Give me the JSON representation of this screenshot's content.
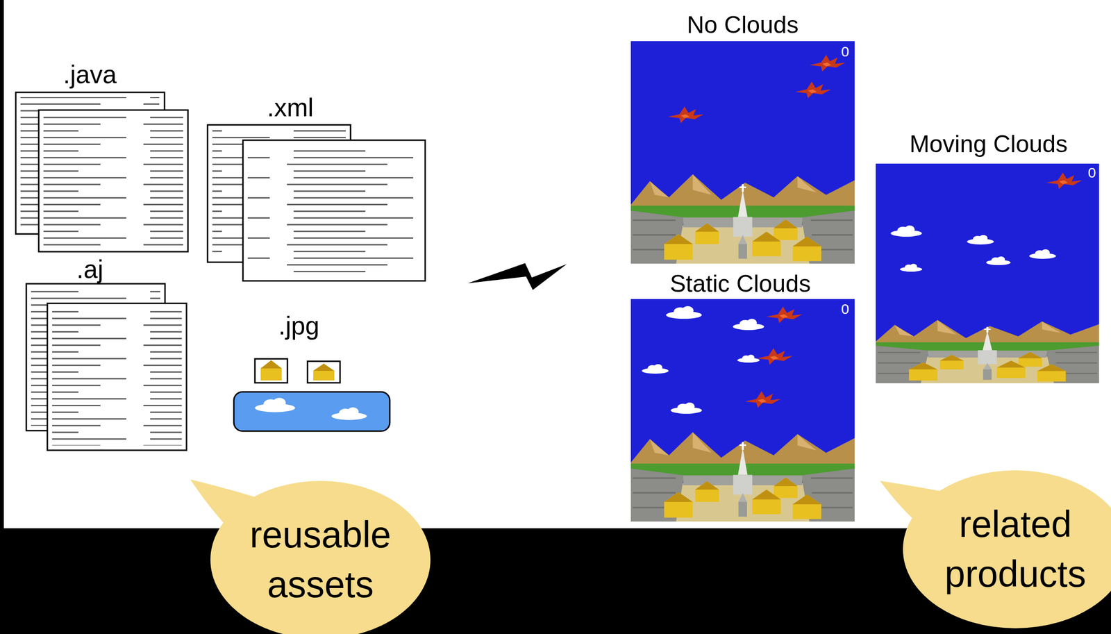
{
  "diagram": {
    "nodes": [
      {
        "text": [
          "reusable assets"
        ]
      },
      {
        "text": [
          "related products"
        ]
      }
    ],
    "labels": [
      ".java",
      ".xml",
      ".aj",
      ".jpg",
      "No Clouds",
      "0",
      "Moving Clouds",
      "0",
      "Static Clouds",
      "0"
    ]
  }
}
